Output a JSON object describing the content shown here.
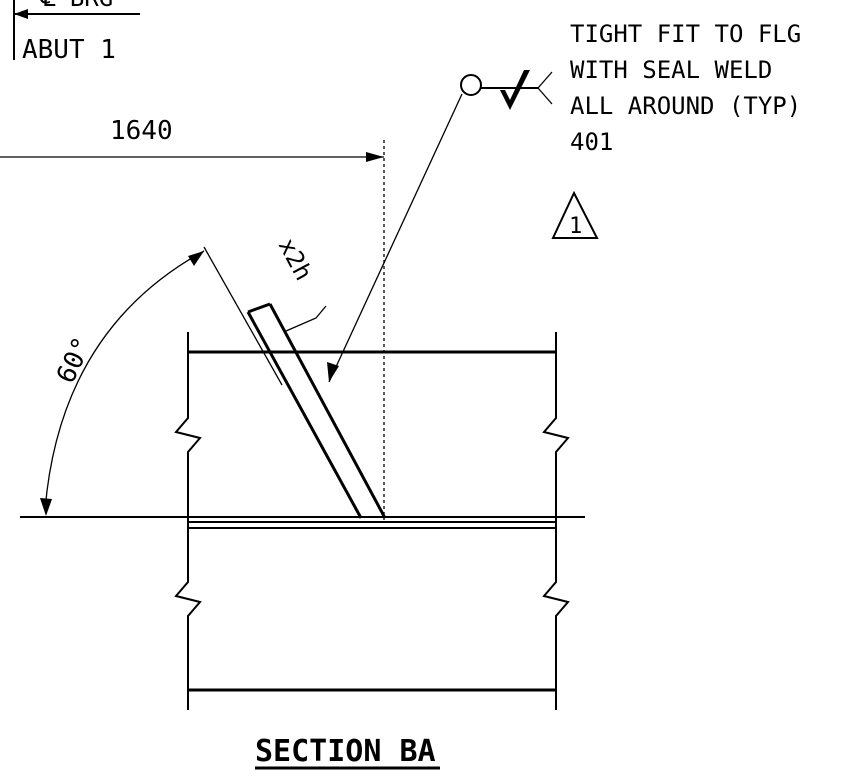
{
  "reference": {
    "line1": "℄ BRG",
    "line2": "ABUT 1"
  },
  "dimension": {
    "value": "1640"
  },
  "angle": {
    "value": "60°"
  },
  "weld_note": {
    "line1": "TIGHT FIT TO FLG",
    "line2": "WITH SEAL WELD",
    "line3": "ALL AROUND (TYP)",
    "line4": "401"
  },
  "stiffener": {
    "label": "x2h"
  },
  "revision": {
    "number": "1"
  },
  "title": {
    "text": "SECTION BA"
  }
}
